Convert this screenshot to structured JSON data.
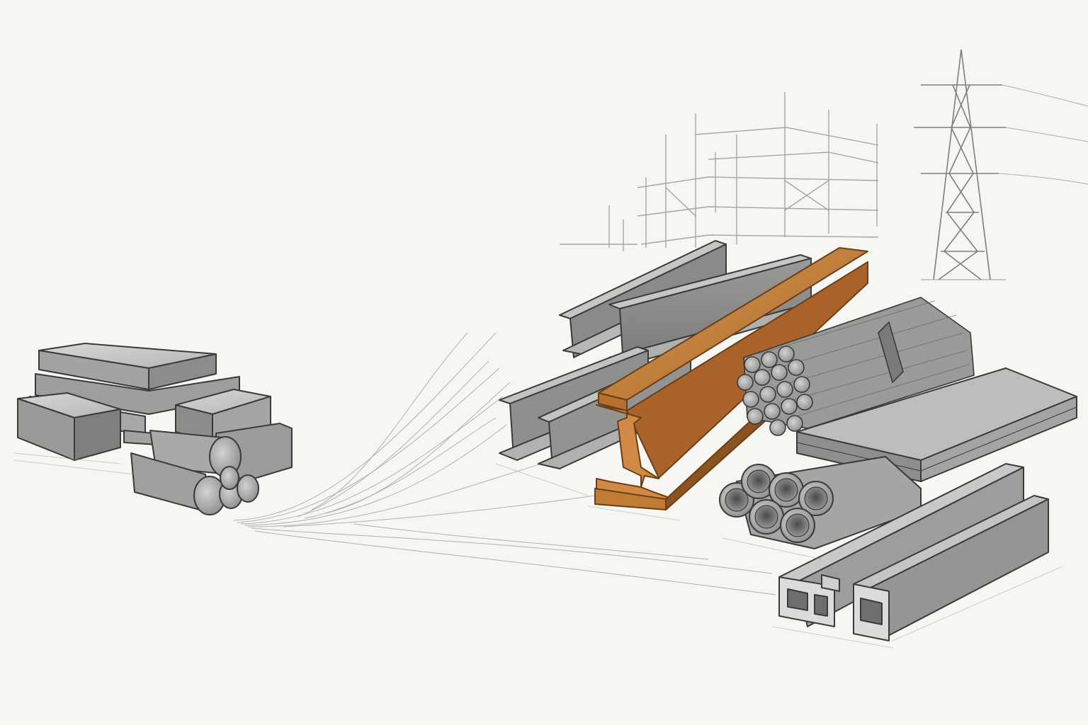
{
  "illustration": {
    "style": "pencil-sketch",
    "subjects": [
      "steel-billets-and-round-bars",
      "motion-strokes",
      "channel-beams",
      "highlighted-i-beam",
      "rebar-bundle",
      "steel-plates",
      "steel-pipes",
      "aluminum-extrusions",
      "building-frame",
      "transmission-tower"
    ]
  },
  "palette": {
    "paper": "#f7f6f3",
    "ink": "#3a3a3a",
    "steel_light": "#c9c9c7",
    "steel_mid": "#a3a3a1",
    "steel_dark": "#6e6e6c",
    "accent": "#c07b35",
    "accent_light": "#d99a55",
    "accent_dark": "#8a5320"
  }
}
